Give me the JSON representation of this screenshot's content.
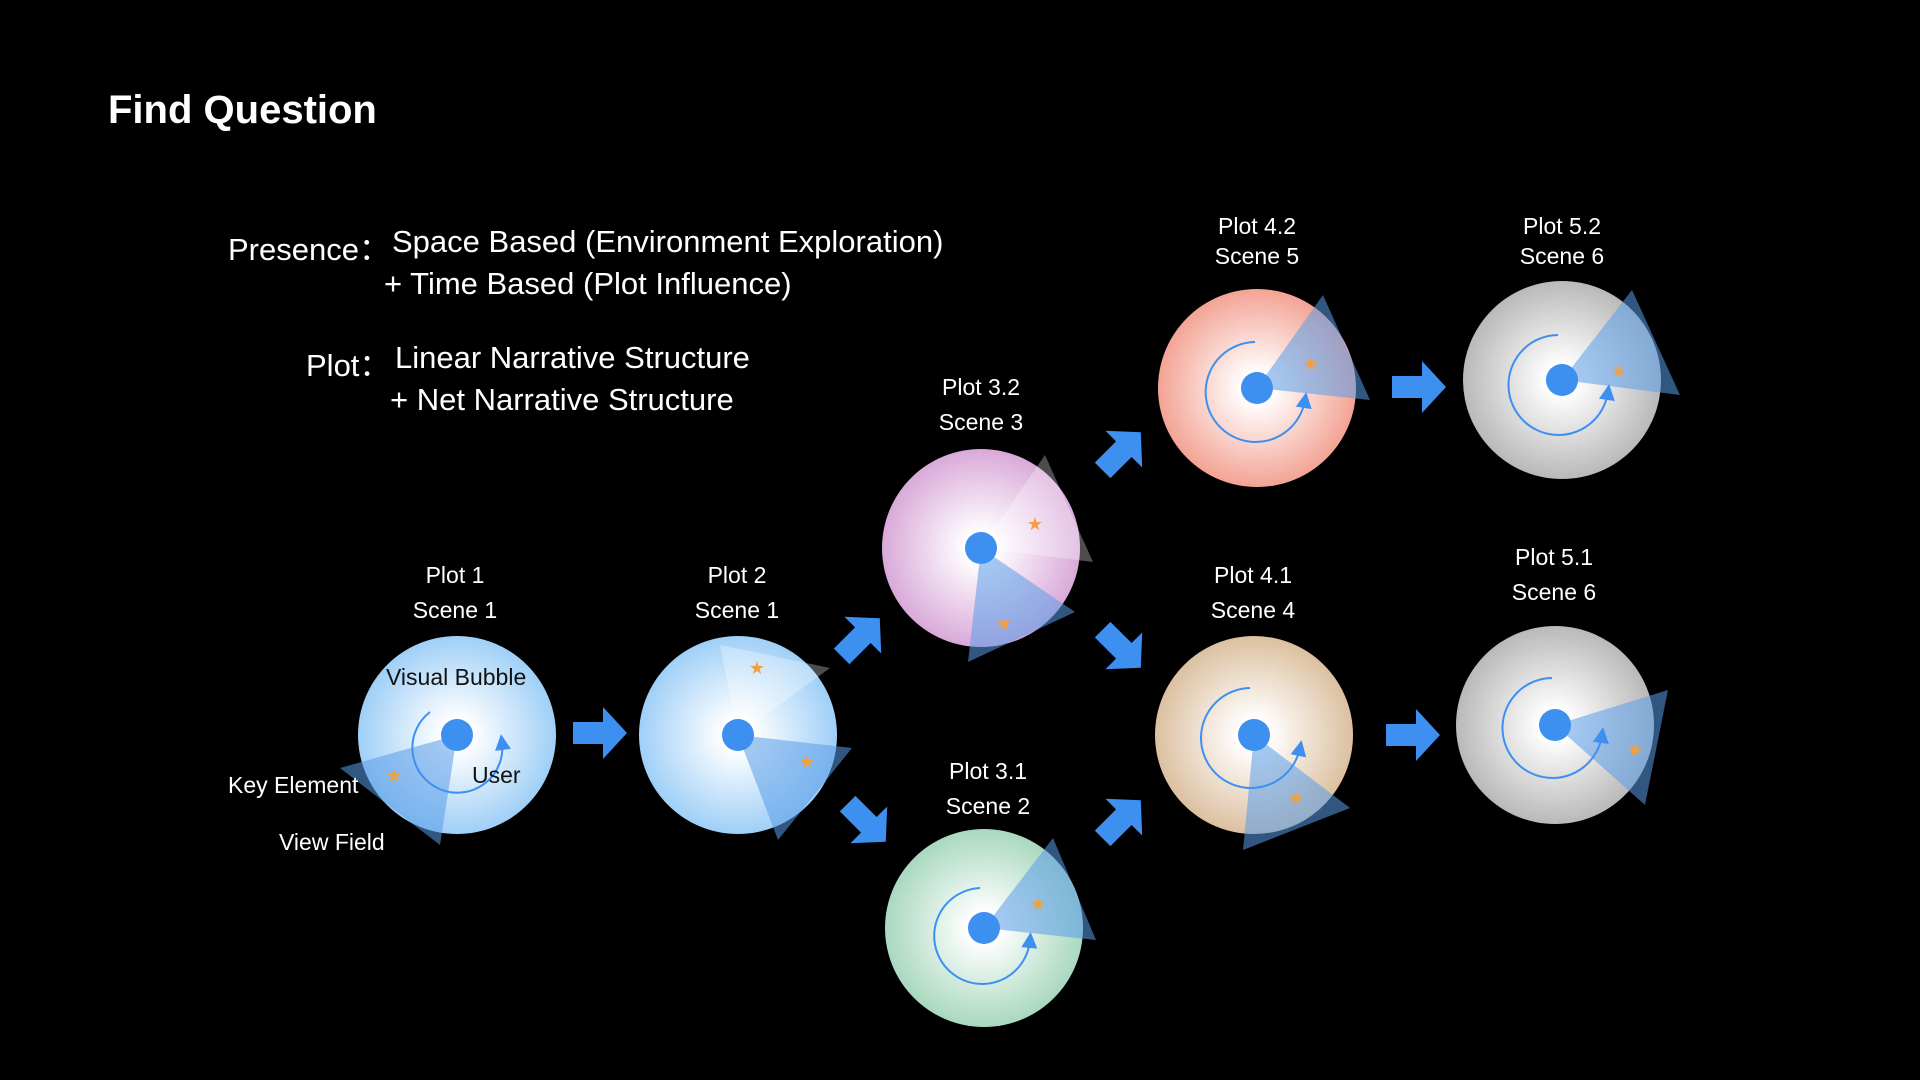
{
  "header": {
    "title": "Find Question"
  },
  "presence": {
    "label": "Presence：",
    "line1": "Space Based (Environment Exploration)",
    "line2": "+ Time Based (Plot Influence)"
  },
  "plot": {
    "label": "Plot：",
    "line1": "Linear Narrative Structure",
    "line2": "+ Net Narrative Structure"
  },
  "legend": {
    "visual_bubble": "Visual Bubble",
    "user": "User",
    "key_element": "Key Element",
    "view_field": "View Field"
  },
  "nodes": [
    {
      "id": "p1",
      "plot": "Plot 1",
      "scene": "Scene 1",
      "color": "#9fcff7"
    },
    {
      "id": "p2",
      "plot": "Plot 2",
      "scene": "Scene 1",
      "color": "#9fcff7"
    },
    {
      "id": "p32",
      "plot": "Plot 3.2",
      "scene": "Scene 3",
      "color": "#d9a9d9"
    },
    {
      "id": "p31",
      "plot": "Plot 3.1",
      "scene": "Scene 2",
      "color": "#a9d8bf"
    },
    {
      "id": "p42",
      "plot": "Plot 4.2",
      "scene": "Scene 5",
      "color": "#f3a394"
    },
    {
      "id": "p41",
      "plot": "Plot 4.1",
      "scene": "Scene 4",
      "color": "#dcc0a0"
    },
    {
      "id": "p52",
      "plot": "Plot 5.2",
      "scene": "Scene 6",
      "color": "#b9b9b9"
    },
    {
      "id": "p51",
      "plot": "Plot 5.1",
      "scene": "Scene 6",
      "color": "#b9b9b9"
    }
  ],
  "colors": {
    "background": "#000000",
    "user_dot": "#3d8ff0",
    "arrow": "#3d8ff0",
    "view_field": "#5a9ce8",
    "key_element_star": "#f0a040"
  }
}
